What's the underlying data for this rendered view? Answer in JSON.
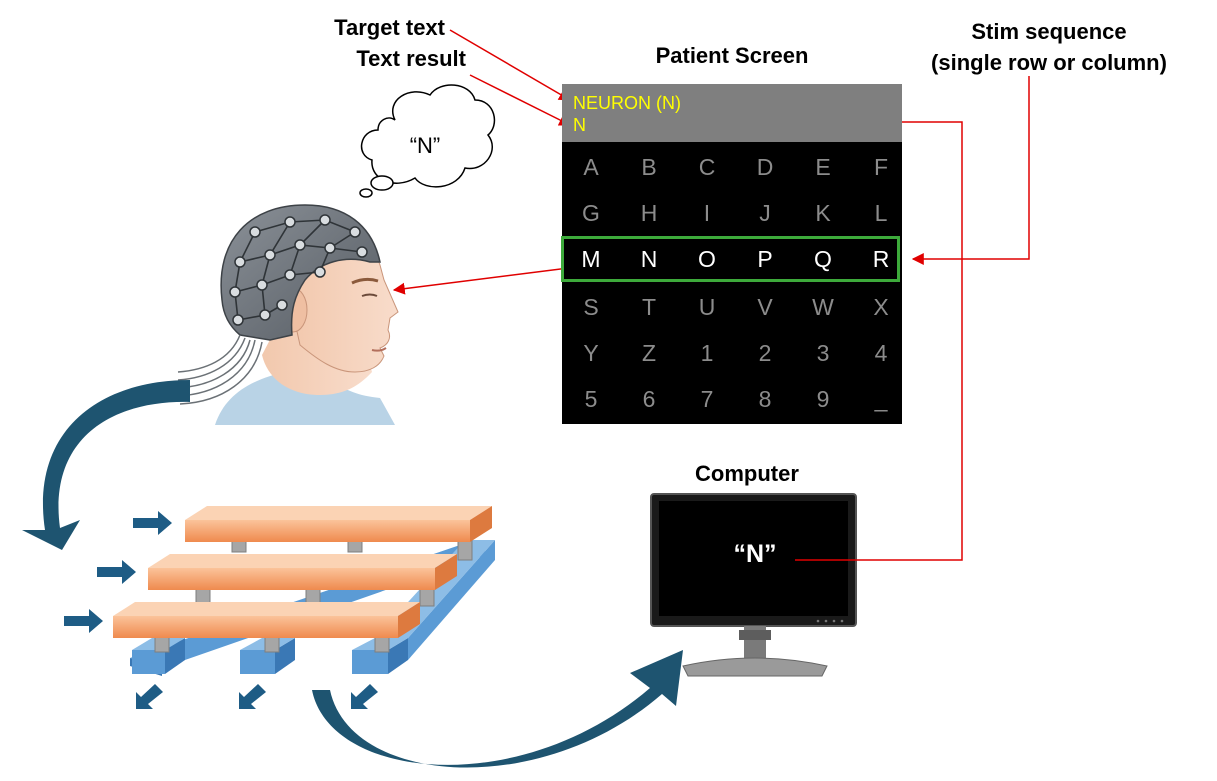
{
  "labels": {
    "target_text": "Target text",
    "text_result": "Text result",
    "patient_screen": "Patient Screen",
    "stim_sequence": [
      "Stim sequence",
      "(single row or column)"
    ],
    "computer": "Computer"
  },
  "screen": {
    "target_text": "NEURON (N)",
    "result_text": "N",
    "grid": [
      [
        "A",
        "B",
        "C",
        "D",
        "E",
        "F"
      ],
      [
        "G",
        "H",
        "I",
        "J",
        "K",
        "L"
      ],
      [
        "M",
        "N",
        "O",
        "P",
        "Q",
        "R"
      ],
      [
        "S",
        "T",
        "U",
        "V",
        "W",
        "X"
      ],
      [
        "Y",
        "Z",
        "1",
        "2",
        "3",
        "4"
      ],
      [
        "5",
        "6",
        "7",
        "8",
        "9",
        "_"
      ]
    ],
    "highlighted_row": 2
  },
  "thought": "“N”",
  "monitor_text": "“N”",
  "colors": {
    "arrow_red": "#e00000",
    "highlight_green": "#3daa3b",
    "header_text_yellow": "#ffff00",
    "curved_arrow": "#1e5470",
    "orange_bar": "#f4a06a",
    "blue_rail": "#5b9bd5"
  }
}
